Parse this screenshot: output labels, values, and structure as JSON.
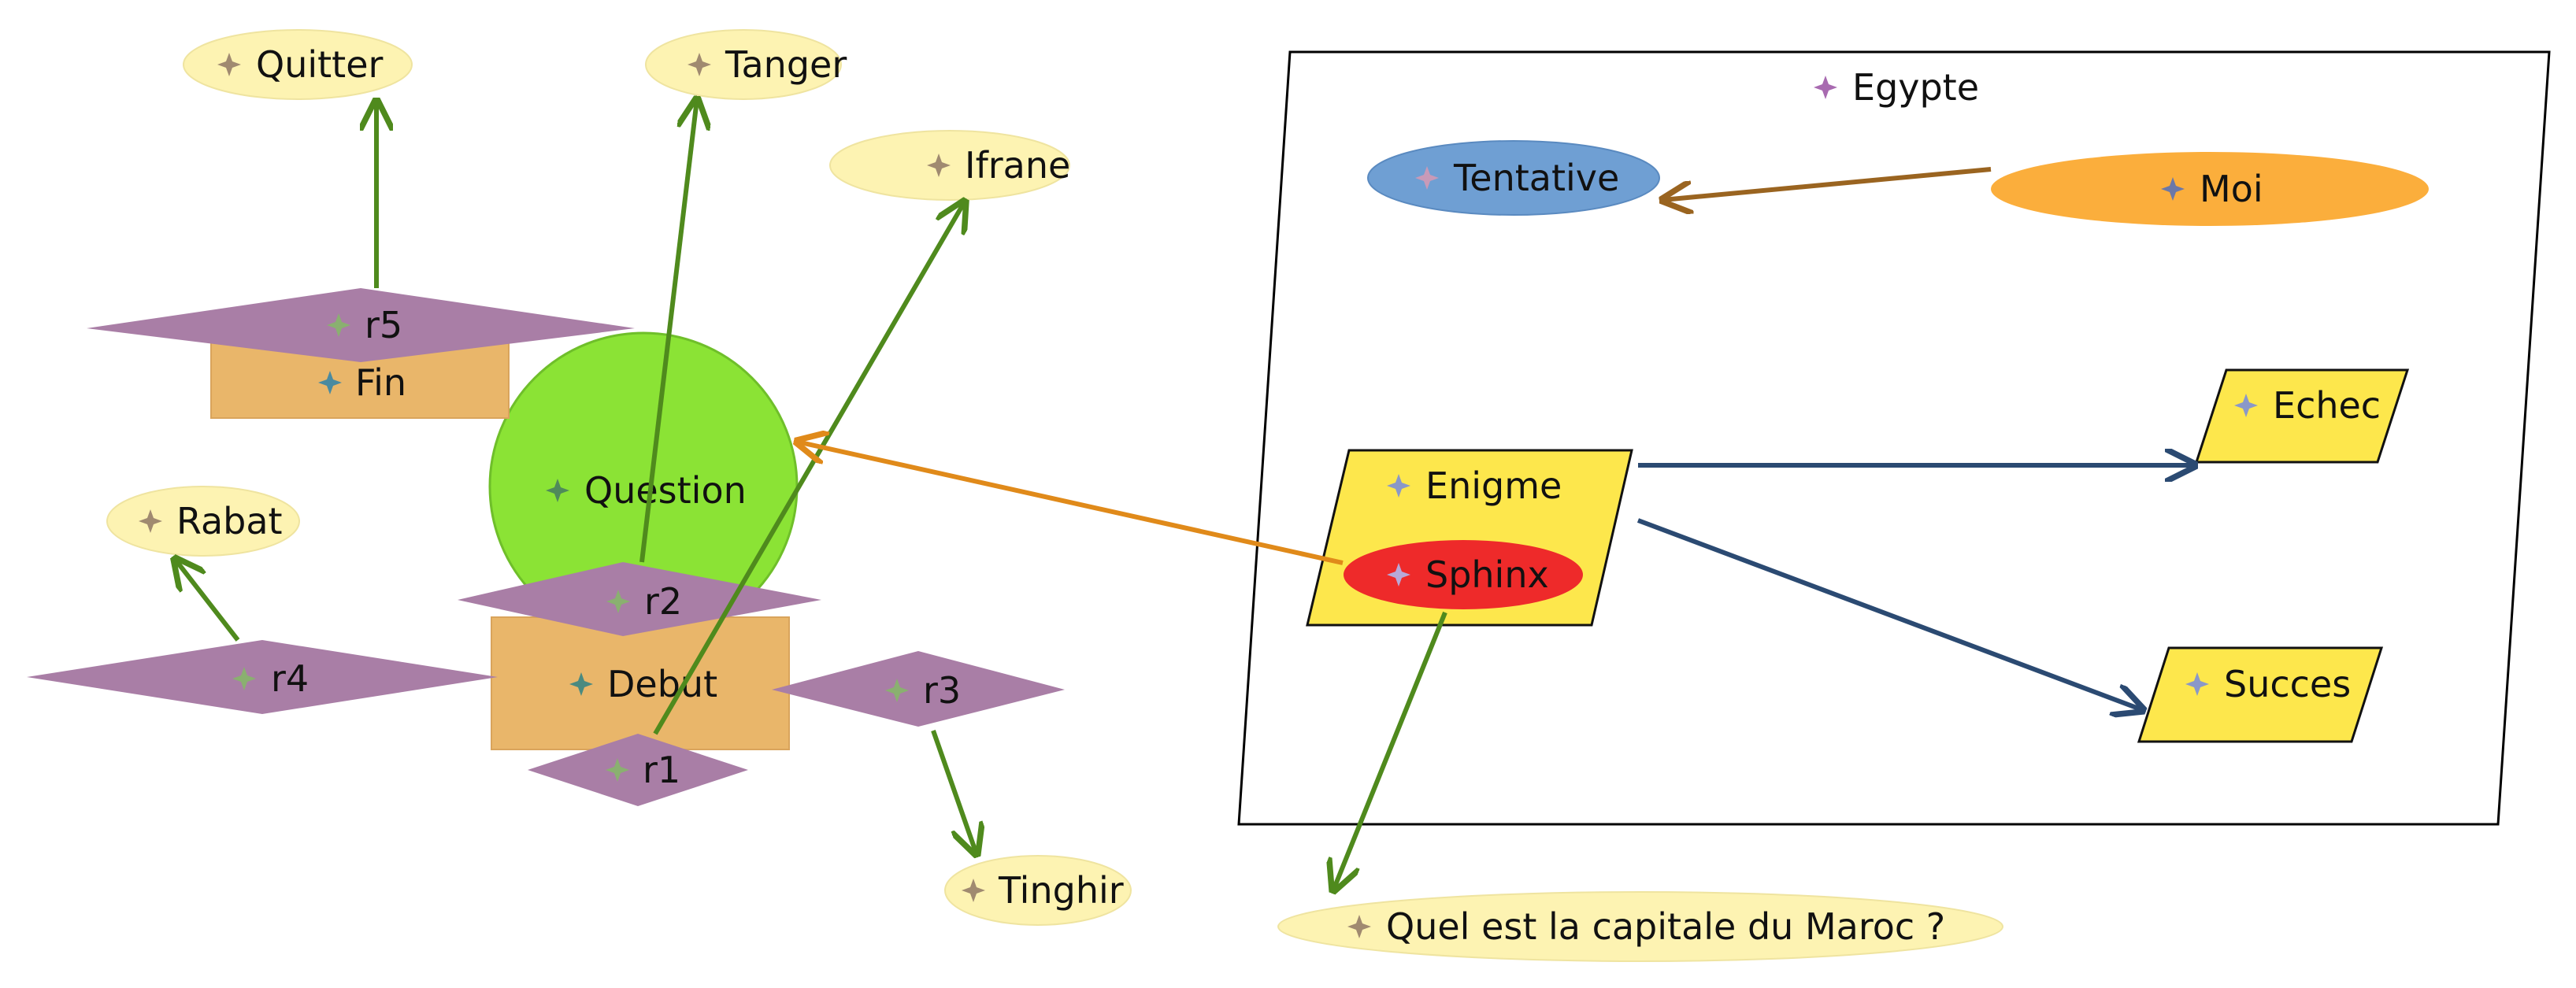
{
  "colors": {
    "ellipse_fill": "#fdf3b2",
    "ellipse_stroke": "#efe4a0",
    "rect_fill": "#e9b66a",
    "rect_stroke": "#d9a45c",
    "diamond_fill": "#a97ea6",
    "circle_fill": "#8be335",
    "circle_stroke": "#6fbf2a",
    "parallelogram_fill": "#fde74c",
    "tentative_fill": "#6f9fd3",
    "moi_fill": "#fbae3c",
    "sphinx_fill": "#ee2a2a",
    "green_arrow": "#4f8a1d",
    "orange_arrow": "#e08a1a",
    "brown_arrow": "#9a6420",
    "navy_arrow": "#2b4a72",
    "container_stroke": "#000000"
  },
  "container": {
    "label": "Egypte"
  },
  "nodes": {
    "quitter": {
      "label": "Quitter"
    },
    "tanger": {
      "label": "Tanger"
    },
    "ifrane": {
      "label": "Ifrane"
    },
    "rabat": {
      "label": "Rabat"
    },
    "tinghir": {
      "label": "Tinghir"
    },
    "question": {
      "label": "Question"
    },
    "fin": {
      "label": "Fin"
    },
    "debut": {
      "label": "Debut"
    },
    "r1": {
      "label": "r1"
    },
    "r2": {
      "label": "r2"
    },
    "r3": {
      "label": "r3"
    },
    "r4": {
      "label": "r4"
    },
    "r5": {
      "label": "r5"
    },
    "tentative": {
      "label": "Tentative"
    },
    "moi": {
      "label": "Moi"
    },
    "enigme": {
      "label": "Enigme"
    },
    "sphinx": {
      "label": "Sphinx"
    },
    "echec": {
      "label": "Echec"
    },
    "succes": {
      "label": "Succes"
    },
    "quel": {
      "label": "Quel est la capitale du Maroc  ?"
    }
  }
}
